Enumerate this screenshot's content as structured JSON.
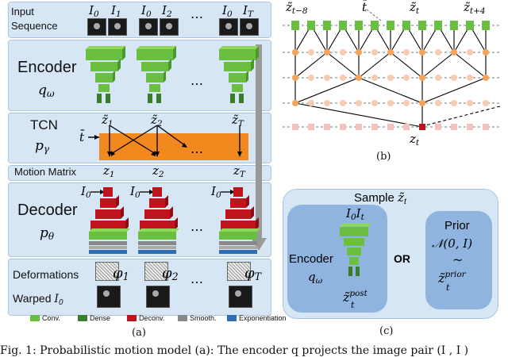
{
  "panel_a": {
    "rows": {
      "input_sequence": "Input\nSequence",
      "encoder": "Encoder",
      "encoder_sym": "q",
      "encoder_sub": "ω",
      "tcn": "TCN",
      "tcn_sym": "p",
      "tcn_sub": "γ",
      "motion_matrix": "Motion Matrix",
      "decoder": "Decoder",
      "decoder_sym": "p",
      "decoder_sub": "θ",
      "deformations": "Deformations",
      "warped": "Warped",
      "warped_sym": "I",
      "warped_sub": "0"
    },
    "frames": [
      "I",
      "I",
      "I",
      "I",
      "I",
      "I"
    ],
    "frame_subs": [
      "0",
      "1",
      "0",
      "2",
      "0",
      "T"
    ],
    "ellipsis": "…",
    "tcn_inputs": [
      "z̃",
      "z̃",
      "z̃"
    ],
    "tcn_input_subs": [
      "1",
      "2",
      "T"
    ],
    "tbar": "t̄",
    "motion_z": [
      "z",
      "z",
      "z"
    ],
    "motion_z_subs": [
      "1",
      "2",
      "T"
    ],
    "decoder_inputs": [
      "I",
      "I",
      "I"
    ],
    "decoder_input_subs": [
      "0",
      "0",
      "0"
    ],
    "phi": [
      "φ",
      "φ",
      "φ"
    ],
    "phi_subs": [
      "1",
      "2",
      "T"
    ],
    "legend": [
      "Conv.",
      "Dense",
      "Deconv.",
      "Smooth.",
      "Exponentiation"
    ],
    "label": "(a)"
  },
  "panel_b": {
    "top_labels": [
      "z̃",
      "t̄",
      "z̃",
      "z̃"
    ],
    "top_label_subs": [
      "t−8",
      "",
      "t",
      "t+4"
    ],
    "bottom_label": "z",
    "bottom_label_sub": "t",
    "label": "(b)"
  },
  "panel_c": {
    "title": "Sample",
    "title_sym": "z̃",
    "title_sub": "t",
    "encoder_input": "I",
    "encoder_input_sub": "0",
    "encoder_input2": "I",
    "encoder_input2_sub": "t",
    "encoder": "Encoder",
    "encoder_sym": "q",
    "encoder_sub": "ω",
    "post_sym": "z̃",
    "post_sup": "post",
    "post_sub": "t",
    "or": "OR",
    "prior": "Prior",
    "prior_dist": "𝒩(0, I)",
    "tilde": "~",
    "prior_sym": "z̃",
    "prior_sup": "prior",
    "prior_sub": "t",
    "label": "(c)"
  },
  "caption": "Fig. 1: Probabilistic motion model (a): The encoder q  projects the image pair (I , I )",
  "colors": {
    "conv": "#6abf40",
    "dense": "#3a7d2a",
    "deconv": "#c0141c",
    "smooth": "#888888",
    "exp": "#2f6db5",
    "tcn": "#f2891e",
    "panel": "#d6e6f5",
    "node": "#f4a460",
    "node_light": "#f8c9b5"
  }
}
